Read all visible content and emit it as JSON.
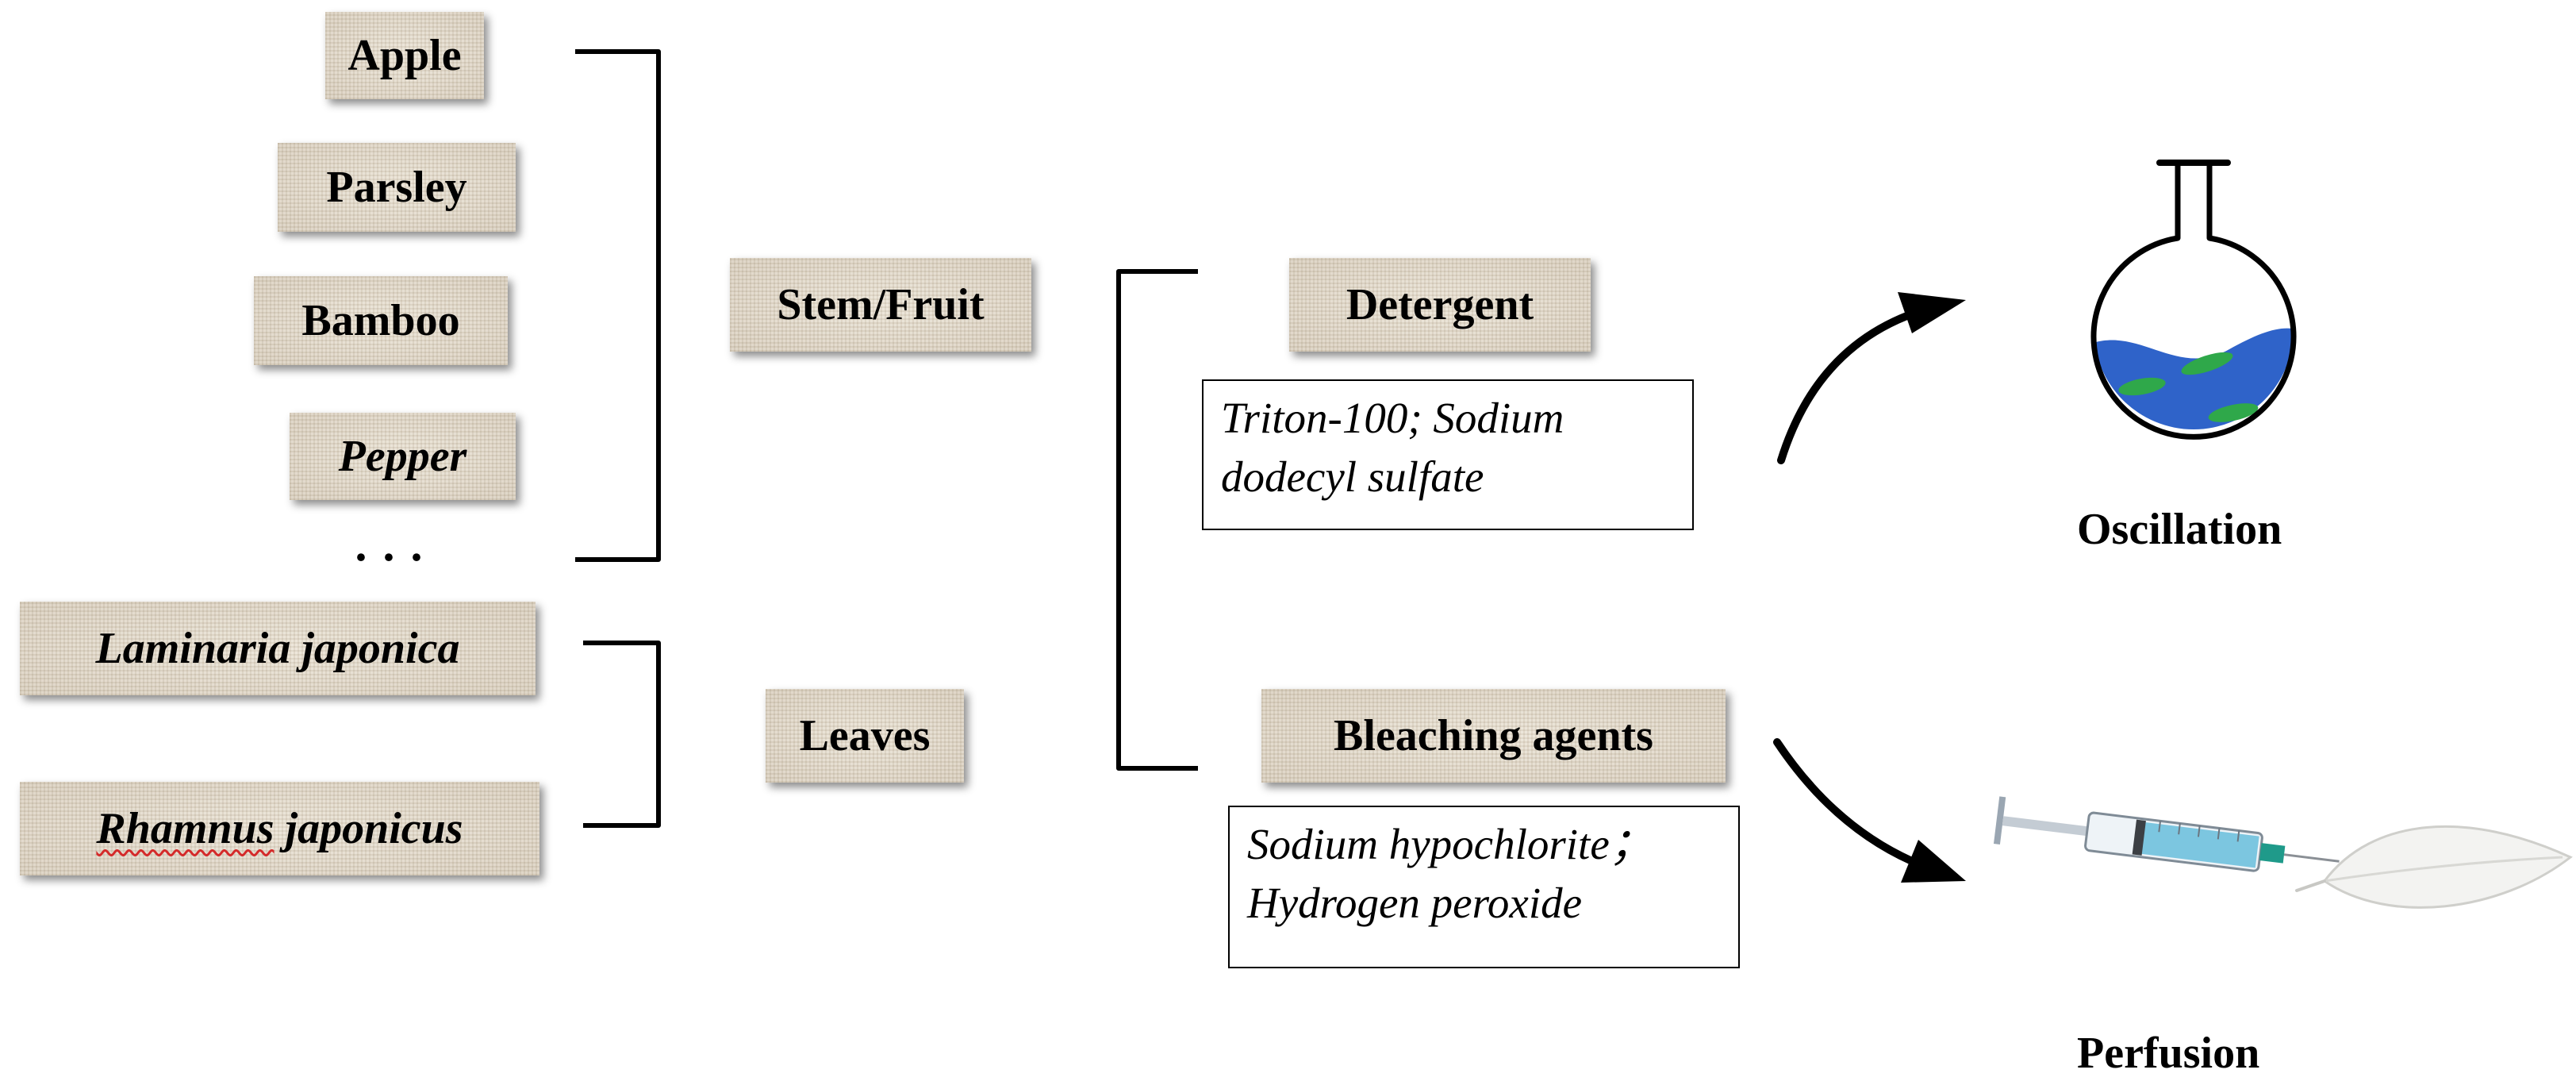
{
  "sources": [
    {
      "text": "Apple",
      "italic": false
    },
    {
      "text": "Parsley",
      "italic": false
    },
    {
      "text": "Bamboo",
      "italic": false
    },
    {
      "text": "Pepper",
      "italic": true
    }
  ],
  "ellipsis": "· · ·",
  "leaf_sources": [
    {
      "text": "Laminaria japonica"
    },
    {
      "genus": "Rhamnus",
      "species": " japonicus"
    }
  ],
  "categories": {
    "stem_fruit": "Stem/Fruit",
    "leaves": "Leaves"
  },
  "methods": {
    "detergent": {
      "label": "Detergent",
      "examples": [
        "Triton-100; Sodium",
        "dodecyl sulfate"
      ]
    },
    "bleaching": {
      "label": "Bleaching agents",
      "examples": [
        "Sodium hypochlorite；",
        "Hydrogen peroxide"
      ]
    }
  },
  "outcomes": {
    "oscillation": "Oscillation",
    "perfusion": "Perfusion"
  },
  "colors": {
    "label_background": "#e6dccb",
    "flask_liquid": "#2f63c9",
    "leaf_green": "#2fa84a",
    "syringe_liquid": "#7cc6e0"
  },
  "icons": [
    "round-bottom-flask-icon",
    "syringe-icon",
    "leaf-icon"
  ]
}
